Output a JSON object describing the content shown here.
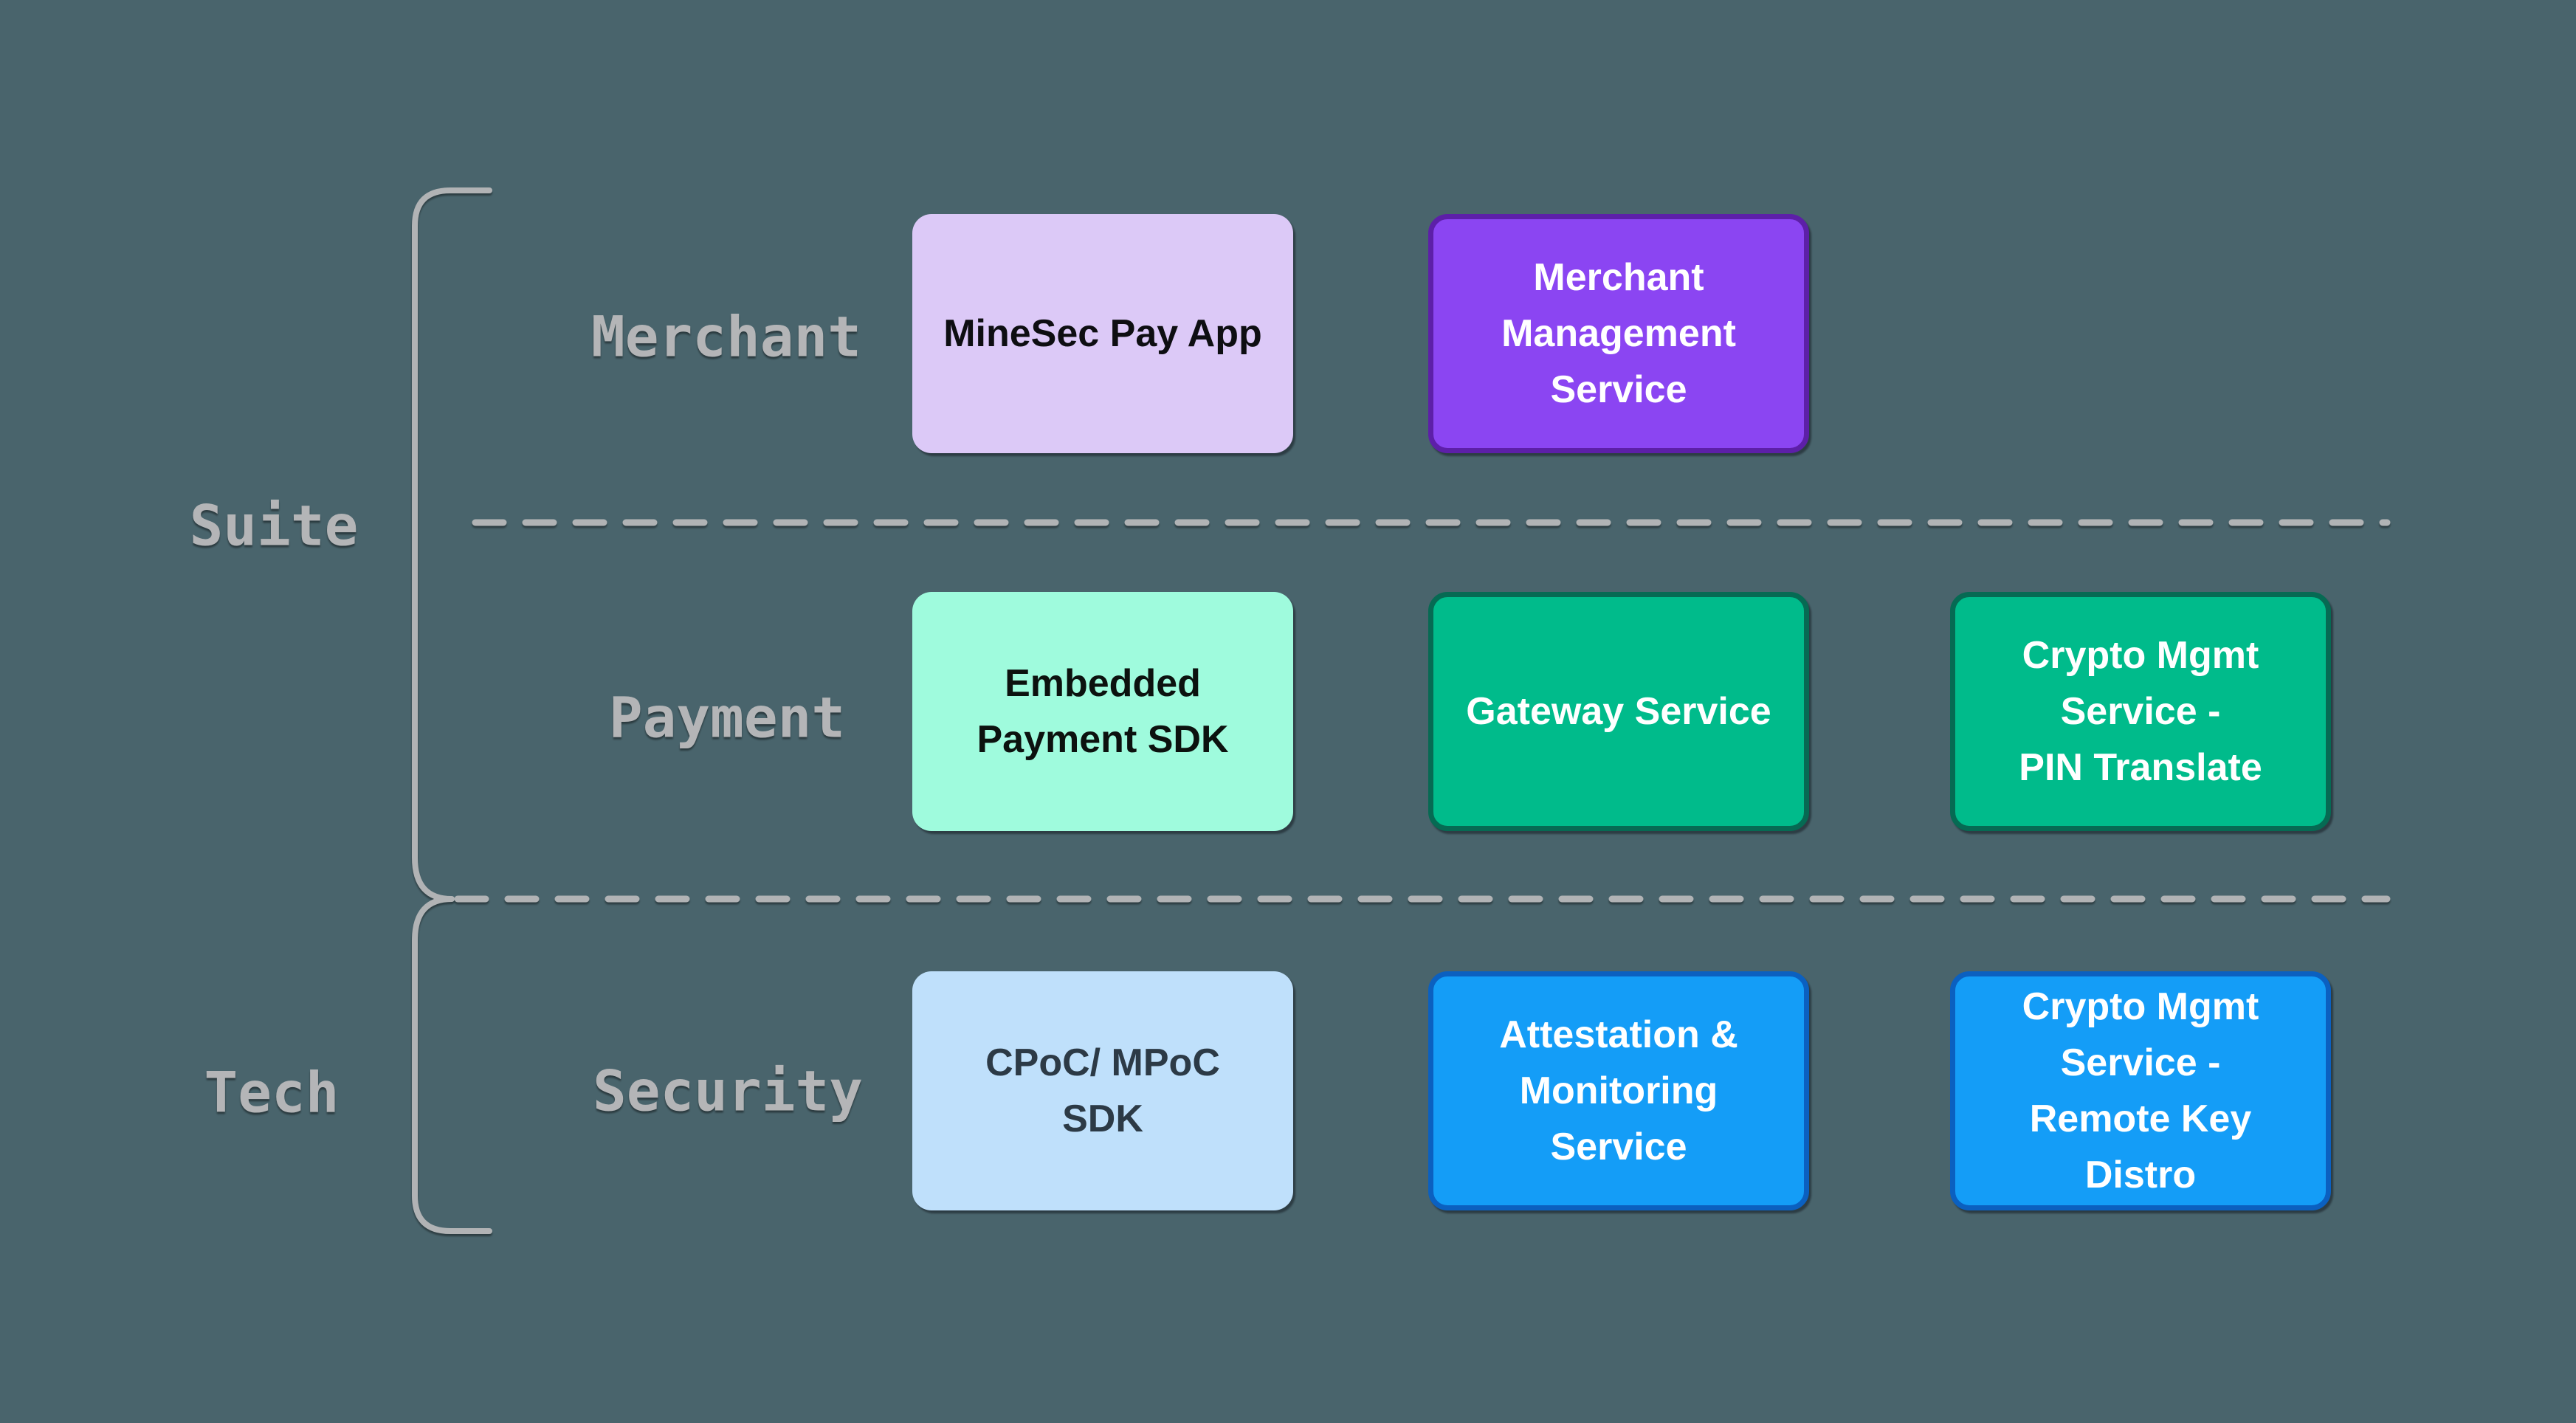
{
  "background_color": "#49646c",
  "line_color": "#b1b3b5",
  "sections": {
    "suite": "Suite",
    "tech": "Tech"
  },
  "rows": [
    {
      "label": "Merchant",
      "boxes": [
        {
          "name": "MineSec Pay App",
          "lines": [
            "MineSec Pay App"
          ],
          "fill": "#dcc9f7",
          "border": null,
          "text_color": "#0e0e12"
        },
        {
          "name": "Merchant Management Service",
          "lines": [
            "Merchant",
            "Management",
            "Service"
          ],
          "fill": "#8b45f2",
          "border": "#5d1fa8",
          "text_color": "#ffffff"
        }
      ]
    },
    {
      "label": "Payment",
      "boxes": [
        {
          "name": "Embedded Payment SDK",
          "lines": [
            "Embedded",
            "Payment SDK"
          ],
          "fill": "#9ffbdd",
          "border": null,
          "text_color": "#0c120f"
        },
        {
          "name": "Gateway Service",
          "lines": [
            "Gateway Service"
          ],
          "fill": "#00bb8b",
          "border": "#066a53",
          "text_color": "#ffffff"
        },
        {
          "name": "Crypto Mgmt Service - PIN Translate",
          "lines": [
            "Crypto Mgmt",
            "Service -",
            "PIN Translate"
          ],
          "fill": "#00bb8b",
          "border": "#066a53",
          "text_color": "#ffffff"
        }
      ]
    },
    {
      "label": "Security",
      "boxes": [
        {
          "name": "CPoC/ MPoC SDK",
          "lines": [
            "CPoC/ MPoC",
            "SDK"
          ],
          "fill": "#bfe0fb",
          "border": null,
          "text_color": "#2c3a46"
        },
        {
          "name": "Attestation & Monitoring Service",
          "lines": [
            "Attestation &",
            "Monitoring Service"
          ],
          "fill": "#149df7",
          "border": "#0b60c0",
          "text_color": "#ffffff"
        },
        {
          "name": "Crypto Mgmt Service - Remote Key Distro",
          "lines": [
            "Crypto Mgmt",
            "Service -",
            "Remote Key Distro"
          ],
          "fill": "#149df7",
          "border": "#0b60c0",
          "text_color": "#ffffff"
        }
      ]
    }
  ]
}
